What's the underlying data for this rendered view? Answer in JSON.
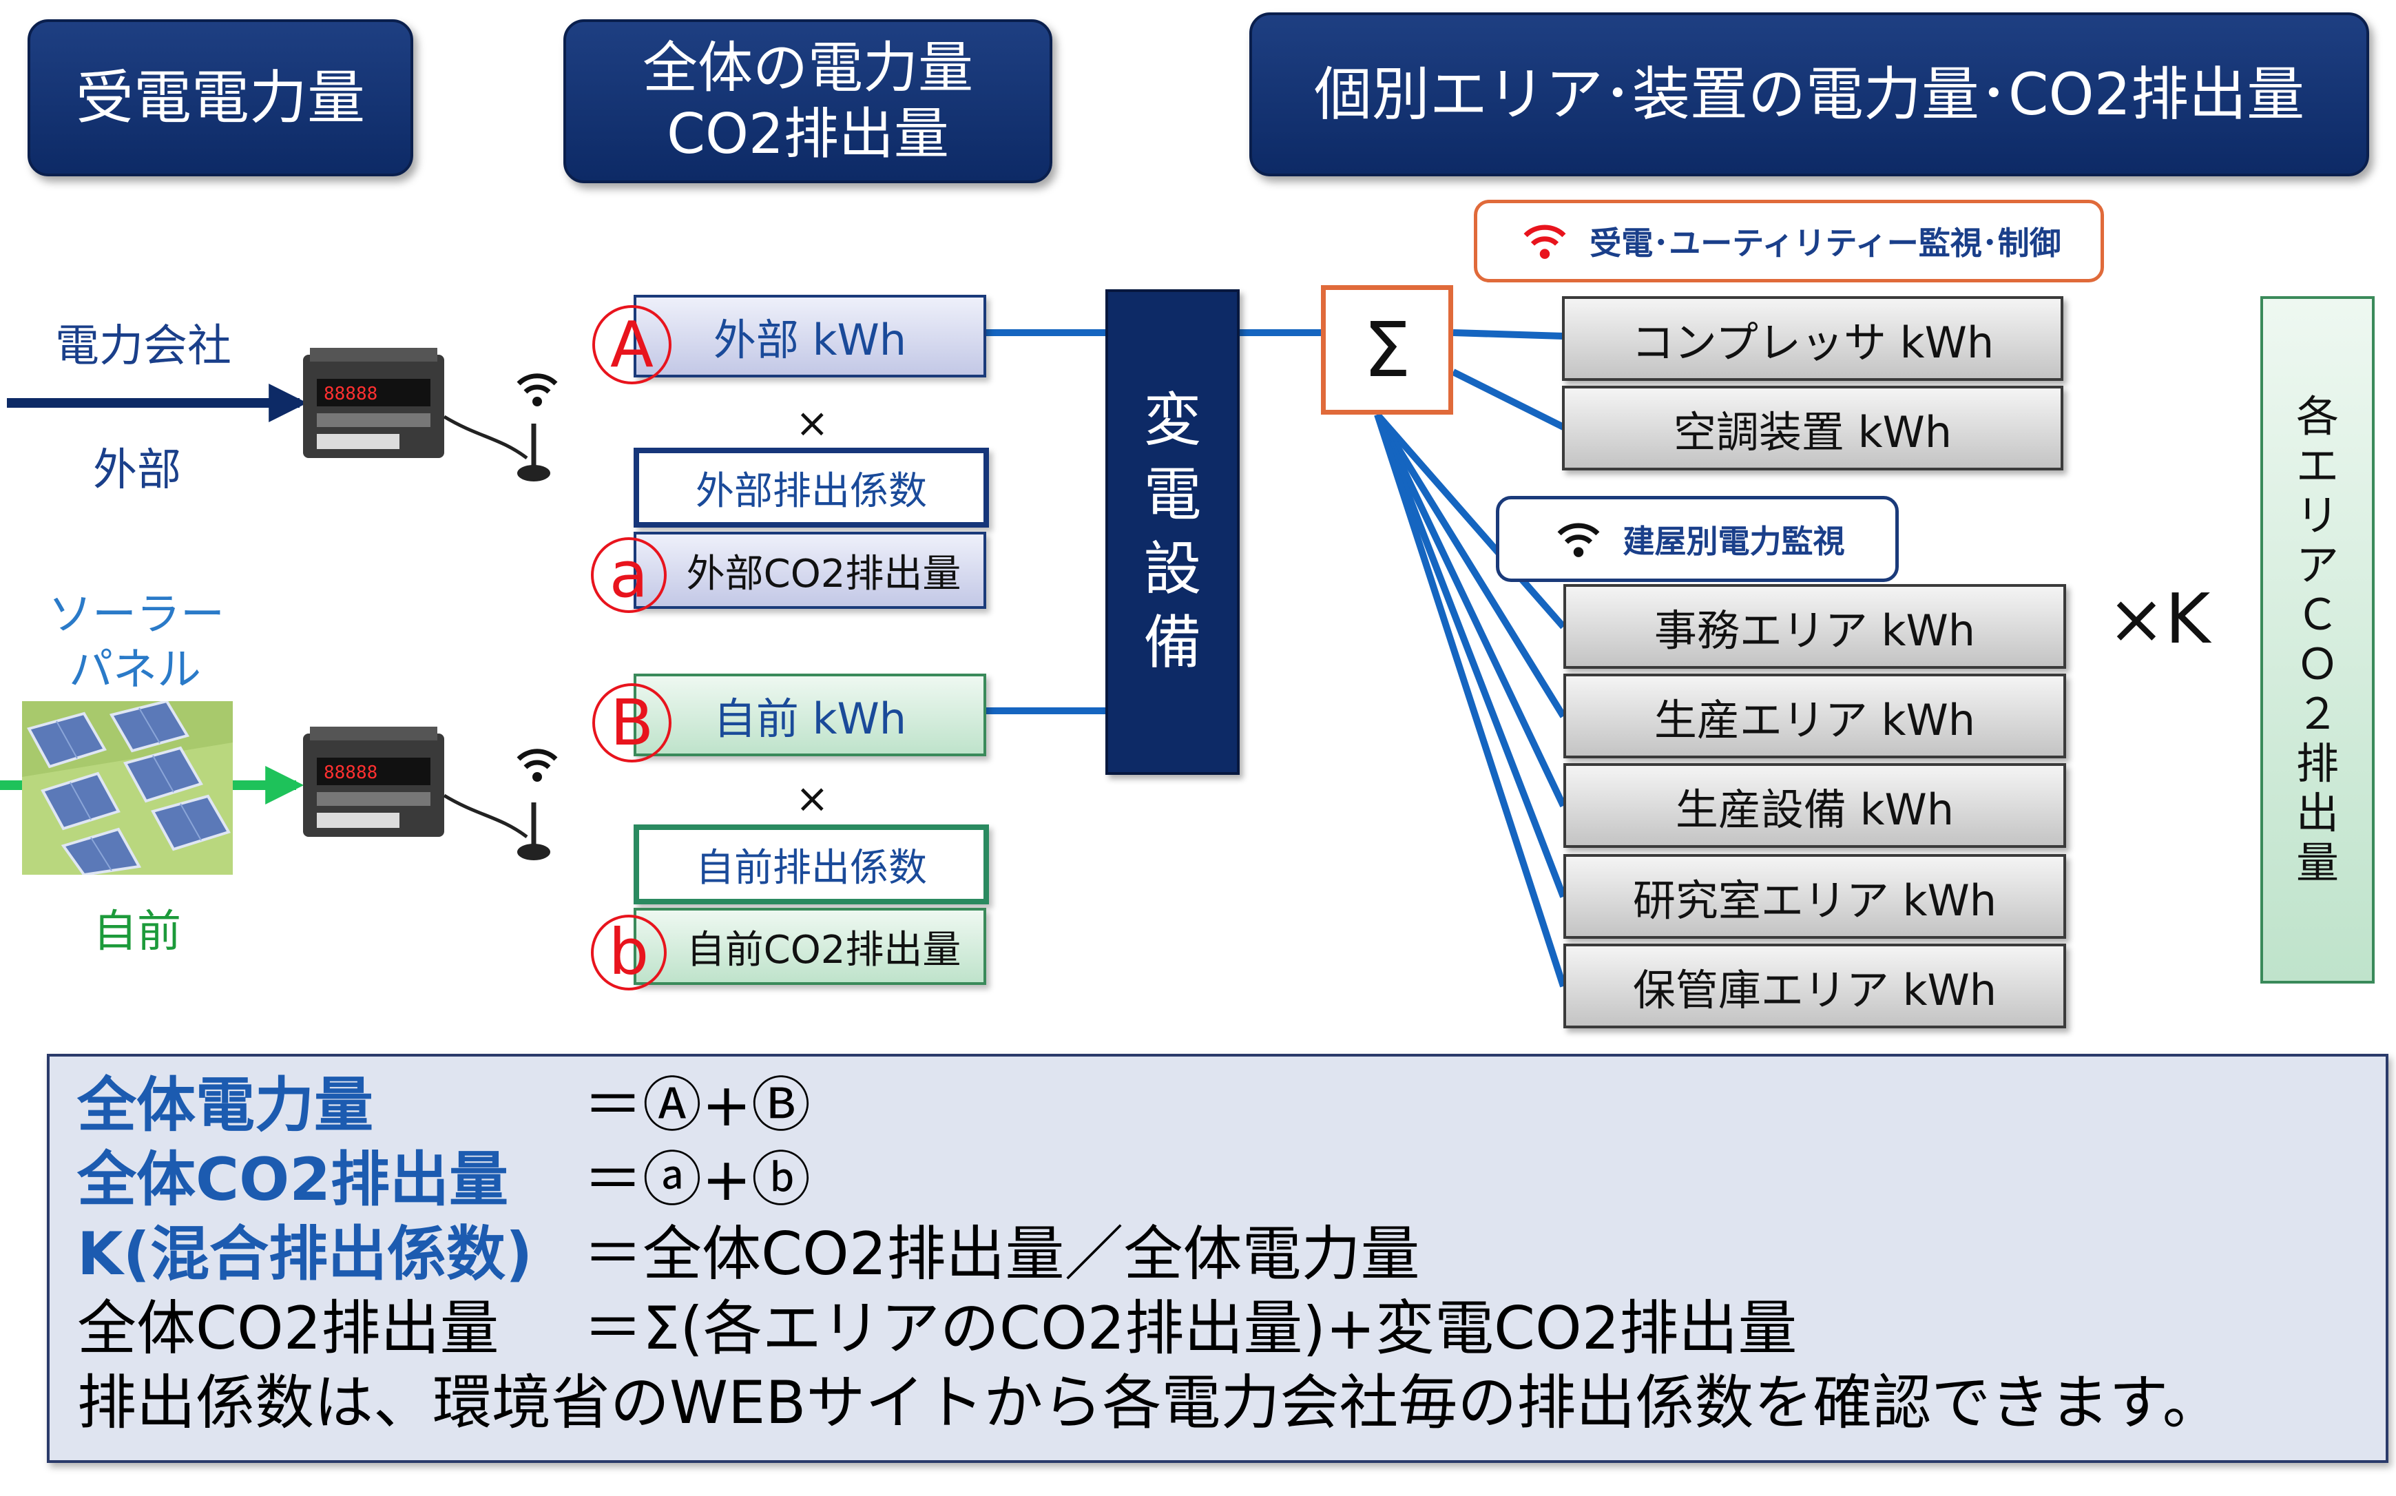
{
  "headers": {
    "received_power": "受電電力量",
    "total_line1": "全体の電力量",
    "total_line2": "CO2排出量",
    "individual": "個別エリア･装置の電力量･CO2排出量"
  },
  "sources": {
    "external_company": "電力会社",
    "external": "外部",
    "solar_line1": "ソーラー",
    "solar_line2": "パネル",
    "own": "自前"
  },
  "meters": {
    "external": {
      "marker": "A",
      "kwh": "外部 kWh",
      "times": "×",
      "factor": "外部排出係数",
      "co2_marker": "a",
      "co2": "外部CO2排出量"
    },
    "own": {
      "marker": "B",
      "kwh": "自前 kWh",
      "times": "×",
      "factor": "自前排出係数",
      "co2_marker": "b",
      "co2": "自前CO2排出量"
    }
  },
  "substation": [
    "変",
    "電",
    "設",
    "備"
  ],
  "sigma": "Σ",
  "tags": {
    "utility": "受電･ユーティリティー監視･制御",
    "building": "建屋別電力監視"
  },
  "utility_items": [
    "コンプレッサ kWh",
    "空調装置 kWh"
  ],
  "area_items": [
    "事務エリア kWh",
    "生産エリア kWh",
    "生産設備 kWh",
    "研究室エリア kWh",
    "保管庫エリア kWh"
  ],
  "multiplier": "×K",
  "area_co2_vertical": [
    "各",
    "エ",
    "リ",
    "ア",
    "Ｃ",
    "Ｏ",
    "２",
    "排",
    "出",
    "量"
  ],
  "summary": {
    "r1_key": "全体電力量",
    "r1_val": "＝Ⓐ+Ⓑ",
    "r2_key": "全体CO2排出量",
    "r2_val": "＝ⓐ+ⓑ",
    "r3_key": "K(混合排出係数)",
    "r3_val": "＝全体CO2排出量／全体電力量",
    "r4_key": "全体CO2排出量",
    "r4_val": "＝Σ(各エリアのCO2排出量)+変電CO2排出量",
    "r5": "排出係数は、環境省のWEBサイトから各電力会社毎の排出係数を確認できます。"
  },
  "colors": {
    "header": "#0d2a66",
    "accent_red": "#e8141d",
    "line_blue": "#1565c0",
    "text_blue": "#1c5bb0",
    "green": "#1c9a3a",
    "tag_border": "#e06a3a"
  }
}
